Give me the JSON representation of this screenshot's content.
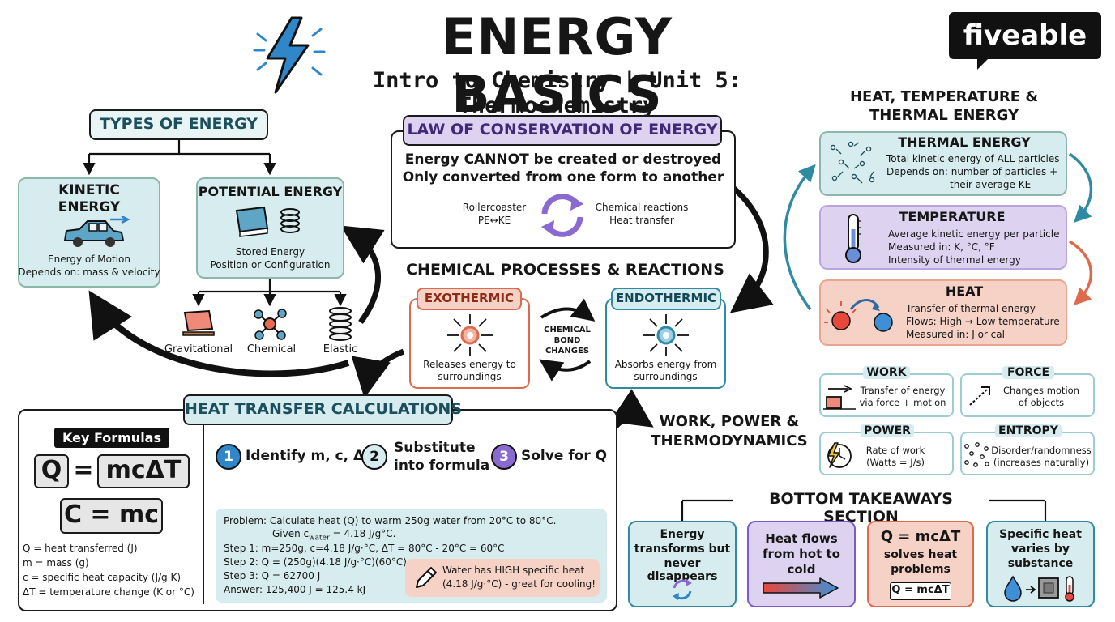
{
  "colors": {
    "teal": "#d6ecee",
    "purple": "#ddd3f1",
    "salmon": "#f6d2c6",
    "teal_border": "#2f8aa3",
    "purple_border": "#7c5bc7",
    "salmon_border": "#dd6a4c",
    "green_border": "#8ab8a8",
    "dark": "#1b1b1b",
    "card_fill": "#e9f4f4"
  },
  "header": {
    "title": "ENERGY BASICS",
    "subtitle": "Intro to Chemistry | Unit 5: Thermochemistry",
    "logo": "fiveable",
    "icon": "lightning-bolt-icon"
  },
  "types": {
    "title": "TYPES OF ENERGY",
    "kinetic": {
      "title_1": "KINETIC",
      "title_2": "ENERGY",
      "line1": "Energy of Motion",
      "line2": "Depends on: mass & velocity",
      "icon": "car-icon"
    },
    "potential": {
      "title": "POTENTIAL ENERGY",
      "line1": "Stored Energy",
      "line2": "Position or Configuration",
      "icon": "book-and-spring-icon"
    },
    "subtypes": [
      {
        "label": "Gravitational",
        "icon": "book-icon"
      },
      {
        "label": "Chemical",
        "icon": "molecule-icon"
      },
      {
        "label": "Elastic",
        "icon": "spring-icon"
      }
    ]
  },
  "law": {
    "title": "LAW OF CONSERVATION OF ENERGY",
    "line1": "Energy CANNOT be created or destroyed",
    "line2": "Only converted from one form to another",
    "left_1": "Rollercoaster",
    "left_2": "PE↔KE",
    "right_1": "Chemical reactions",
    "right_2": "Heat transfer",
    "icon": "cycle-arrows-icon"
  },
  "processes": {
    "title": "CHEMICAL PROCESSES & REACTIONS",
    "exo": {
      "title": "EXOTHERMIC",
      "line1": "Releases energy to",
      "line2": "surroundings",
      "icon": "outward-arrows-icon"
    },
    "endo": {
      "title": "ENDOTHERMIC",
      "line1": "Absorbs energy from",
      "line2": "surroundings",
      "icon": "inward-arrows-icon"
    },
    "middle_1": "CHEMICAL",
    "middle_2": "BOND",
    "middle_3": "CHANGES"
  },
  "htt": {
    "title_1": "HEAT, TEMPERATURE &",
    "title_2": "THERMAL ENERGY",
    "thermal": {
      "title": "THERMAL ENERGY",
      "line1": "Total kinetic energy of ALL particles",
      "line2": "Depends on: number of particles +",
      "line3": "their average KE",
      "icon": "particles-icon"
    },
    "temperature": {
      "title": "TEMPERATURE",
      "line1": "Average kinetic energy per particle",
      "line2": "Measured in: K, °C, °F",
      "line3": "Intensity of thermal energy",
      "icon": "thermometer-icon"
    },
    "heat": {
      "title": "HEAT",
      "line1": "Transfer of thermal energy",
      "line2": "Flows: High → Low temperature",
      "line3": "Measured in: J or cal",
      "icon": "hot-to-cold-icon"
    }
  },
  "calc": {
    "title": "HEAT TRANSFER CALCULATIONS",
    "key_title": "Key Formulas",
    "formula1_q": "Q",
    "formula1_eq": "=",
    "formula1_rhs": "mcΔT",
    "formula2": "C = mc",
    "defs": [
      "Q = heat transferred (J)",
      "m = mass (g)",
      "c = specific heat capacity (J/g·K)",
      "ΔT = temperature change (K or °C)"
    ],
    "steps": [
      {
        "num": "1",
        "label": "Identify m, c, ΔT"
      },
      {
        "num": "2",
        "label_1": "Substitute",
        "label_2": "into formula"
      },
      {
        "num": "3",
        "label": "Solve for Q"
      }
    ],
    "problem": {
      "line1": "Problem: Calculate heat (Q) to warm 250g water from 20°C to 80°C.",
      "given_pre": "Given c",
      "given_sub": "water",
      "given_post": " = 4.18 J/g°C.",
      "step1": "Step 1: m=250g, c=4.18 J/g·°C, ΔT = 80°C - 20°C = 60°C",
      "step2": "Step 2: Q = (250g)(4.18 J/g·°C)(60°C)",
      "step3": "Step 3: Q = 62700 J",
      "answer_pre": "Answer: ",
      "answer": "125,400 J = 125.4 kJ"
    },
    "note_1": "Water has HIGH specific heat",
    "note_2": "(4.18 J/g·°C) - great for cooling!",
    "note_icon": "pencil-icon"
  },
  "wpt": {
    "title_1": "WORK, POWER &",
    "title_2": "THERMODYNAMICS",
    "cards": [
      {
        "title": "WORK",
        "line1": "Transfer of energy",
        "line2": "via force + motion",
        "icon": "push-box-icon"
      },
      {
        "title": "FORCE",
        "line1": "Changes motion",
        "line2": "of objects",
        "icon": "force-arrow-icon"
      },
      {
        "title": "POWER",
        "line1": "Rate of work",
        "line2": "(Watts = J/s)",
        "icon": "lightning-clock-icon"
      },
      {
        "title": "ENTROPY",
        "line1": "Disorder/randomness",
        "line2": "(increases naturally)",
        "icon": "scattered-dots-icon"
      }
    ]
  },
  "bottom": {
    "title": "BOTTOM TAKEAWAYS SECTION",
    "cards": [
      {
        "text_1": "Energy",
        "text_2": "transforms but",
        "text_3": "never disappears",
        "icon": "recycle-arrows-icon"
      },
      {
        "text_1": "Heat flows",
        "text_2": "from hot to",
        "text_3": "cold",
        "icon": "gradient-arrow-icon"
      },
      {
        "text_1": "Q = mcΔT",
        "text_2": "solves heat",
        "text_3": "problems",
        "badge": "Q = mcΔT"
      },
      {
        "text_1": "Specific heat",
        "text_2": "varies by",
        "text_3": "substance",
        "icon": "drop-block-thermometer-icon"
      }
    ]
  }
}
